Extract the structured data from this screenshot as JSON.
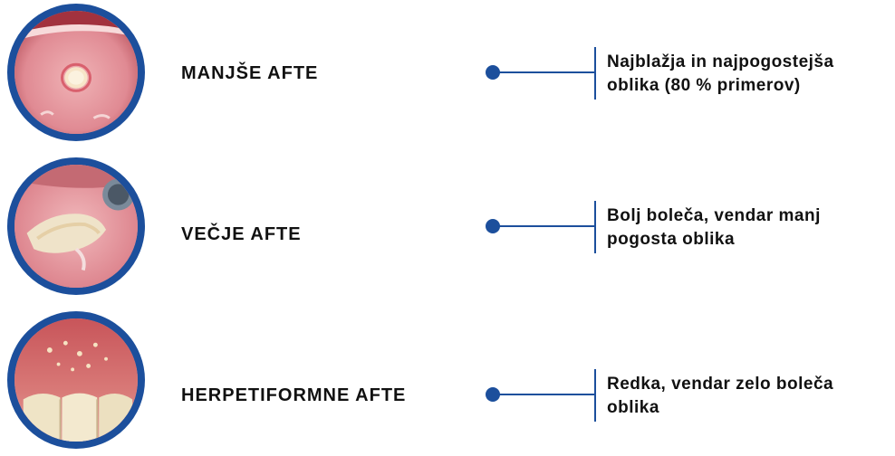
{
  "rows": [
    {
      "label": "MANJŠE AFTE",
      "description_line1": "Najblažja in najpogostejša",
      "description_line2": "oblika (80 % primerov)",
      "image_icon": "minor-aphtha-photo"
    },
    {
      "label": "VEČJE AFTE",
      "description_line1": "Bolj boleča, vendar manj",
      "description_line2": "pogosta oblika",
      "image_icon": "major-aphtha-photo"
    },
    {
      "label": "HERPETIFORMNE AFTE",
      "description_line1": "Redka, vendar zelo boleča",
      "description_line2": "oblika",
      "image_icon": "herpetiform-aphtha-photo"
    }
  ],
  "colors": {
    "accent": "#1c4f9c",
    "text": "#111111",
    "background": "#ffffff"
  }
}
